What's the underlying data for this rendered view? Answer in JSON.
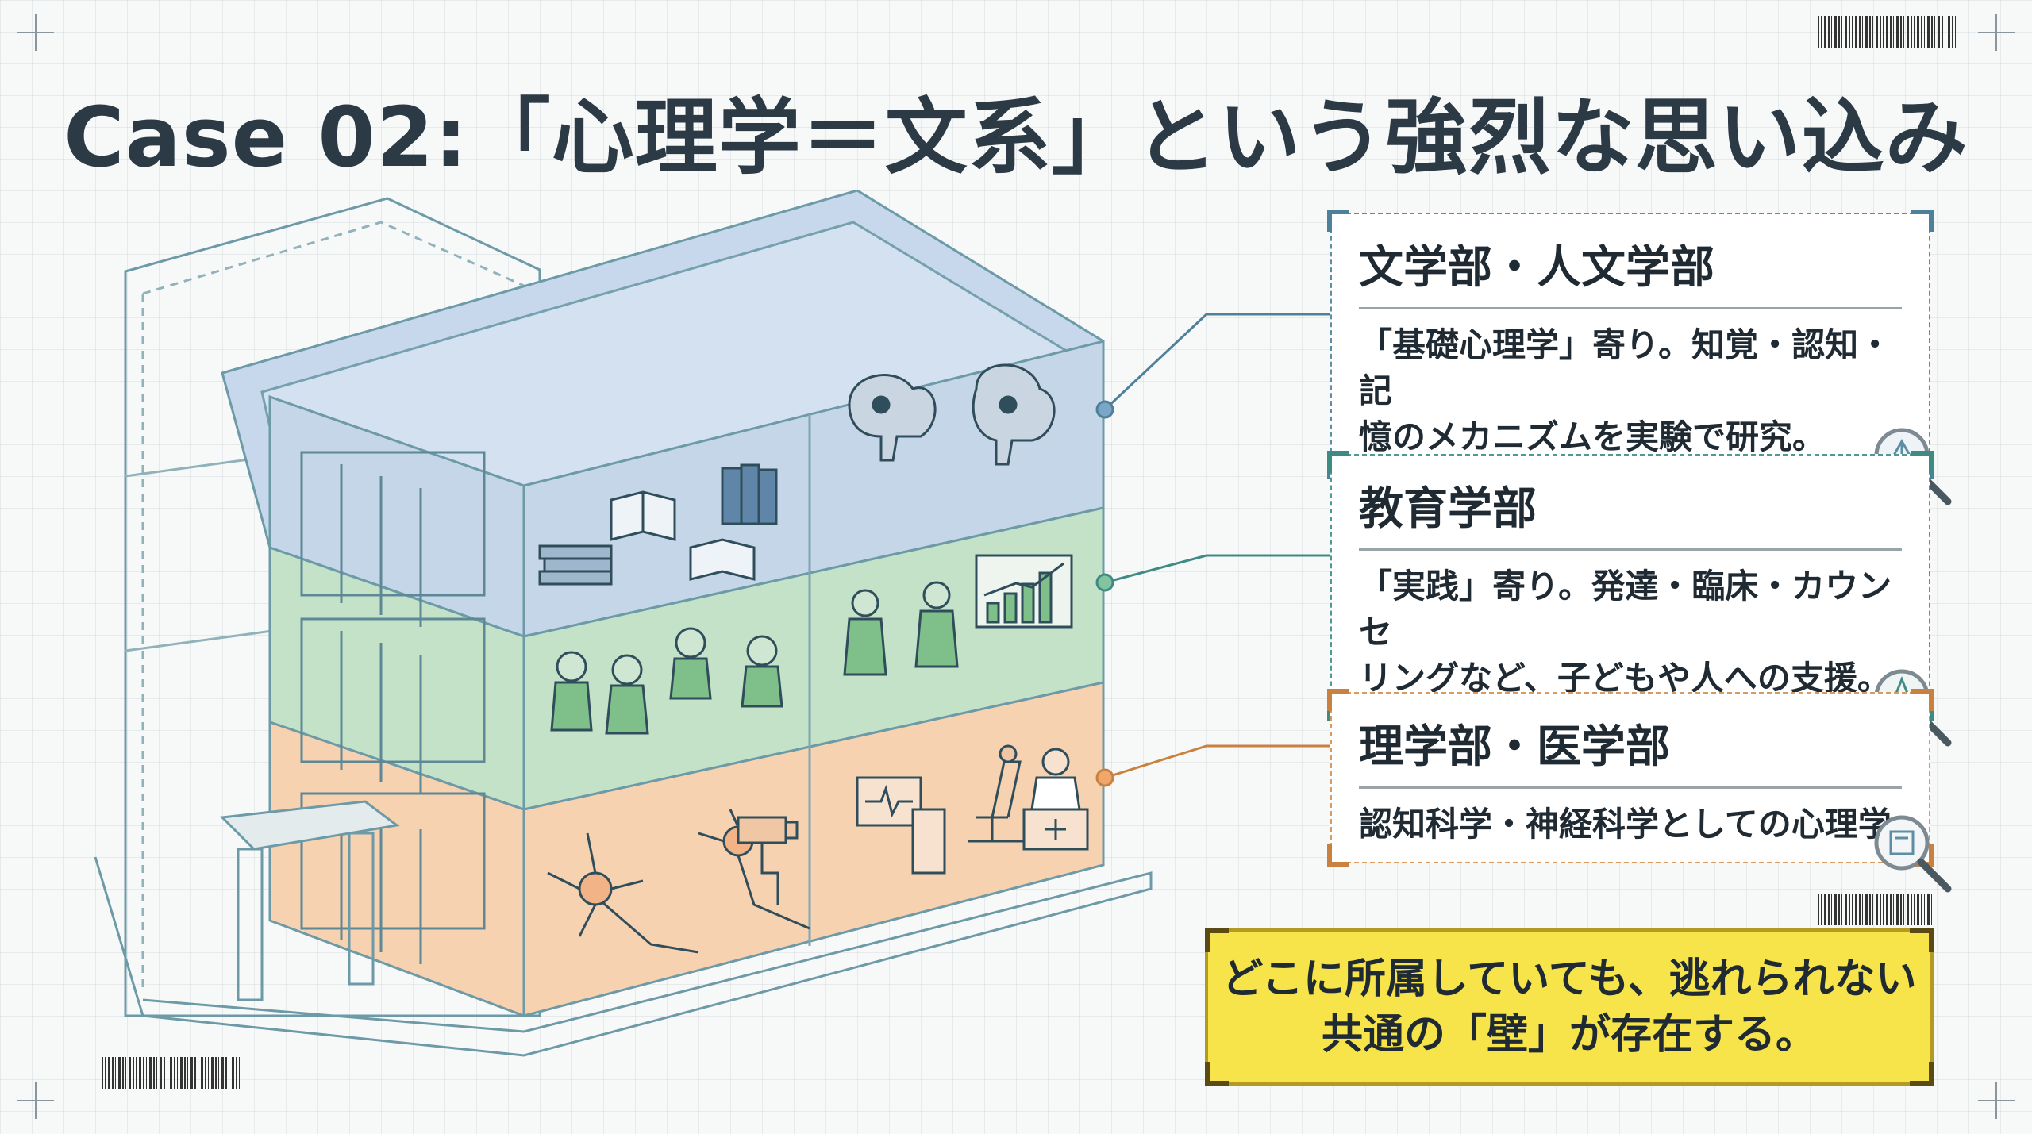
{
  "title": "Case 02:「心理学＝文系」という強烈な思い込み",
  "callouts": [
    {
      "heading": "文学部・人文学部",
      "line1": "「基礎心理学」寄り。知覚・認知・記",
      "line2": "憶のメカニズムを実験で研究。",
      "color": "#5c8ea6"
    },
    {
      "heading": "教育学部",
      "line1": "「実践」寄り。発達・臨床・カウンセ",
      "line2": "リングなど、子どもや人への支援。",
      "color": "#4e9a93"
    },
    {
      "heading": "理学部・医学部",
      "line1": "認知科学・神経科学としての心理学",
      "color": "#d99a62"
    }
  ],
  "banner": {
    "line1": "どこに所属していても、逃れられない",
    "line2": "共通の「壁」が存在する。",
    "color": "#f6e44a"
  },
  "floors": {
    "top_color": "#b9cfe6",
    "middle_color": "#b8dfbf",
    "bottom_color": "#f7c9a4"
  },
  "icons": {
    "top": [
      "books-icon",
      "brain-icon"
    ],
    "middle": [
      "children-icon",
      "counseling-icon",
      "growth-chart-icon"
    ],
    "bottom": [
      "neuron-icon",
      "camera-icon",
      "medical-monitor-icon",
      "microscope-icon",
      "doctor-icon"
    ]
  }
}
